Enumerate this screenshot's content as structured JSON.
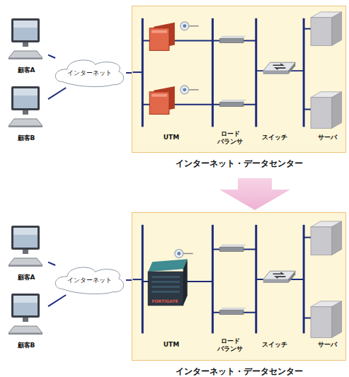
{
  "diagram": {
    "nodes": [
      {
        "text": [
          "顧客A"
        ]
      },
      {
        "text": [
          "顧客B"
        ]
      },
      {
        "text": [
          "インターネット"
        ]
      },
      {
        "text": [
          "インターネット・データセンター"
        ]
      },
      {
        "text": [
          "顧客A"
        ]
      },
      {
        "text": [
          "顧客B"
        ]
      },
      {
        "text": [
          "インターネット"
        ]
      },
      {
        "text": [
          "インターネット・データセンター"
        ]
      }
    ],
    "edges": [
      {
        "from": 0,
        "to": 2,
        "arrow": "none"
      },
      {
        "from": 1,
        "to": 2,
        "arrow": "none"
      },
      {
        "from": 2,
        "to": 3,
        "arrow": "none"
      },
      {
        "from": 4,
        "to": 6,
        "arrow": "none"
      },
      {
        "from": 5,
        "to": 6,
        "arrow": "none"
      },
      {
        "from": 6,
        "to": 7,
        "arrow": "none"
      }
    ],
    "labels": [
      "UTM",
      "ロード バランサ",
      "スイッチ",
      "サーバ",
      "UTM",
      "ロード バランサ",
      "スイッチ",
      "サーバ",
      "FORTIGATE"
    ]
  }
}
